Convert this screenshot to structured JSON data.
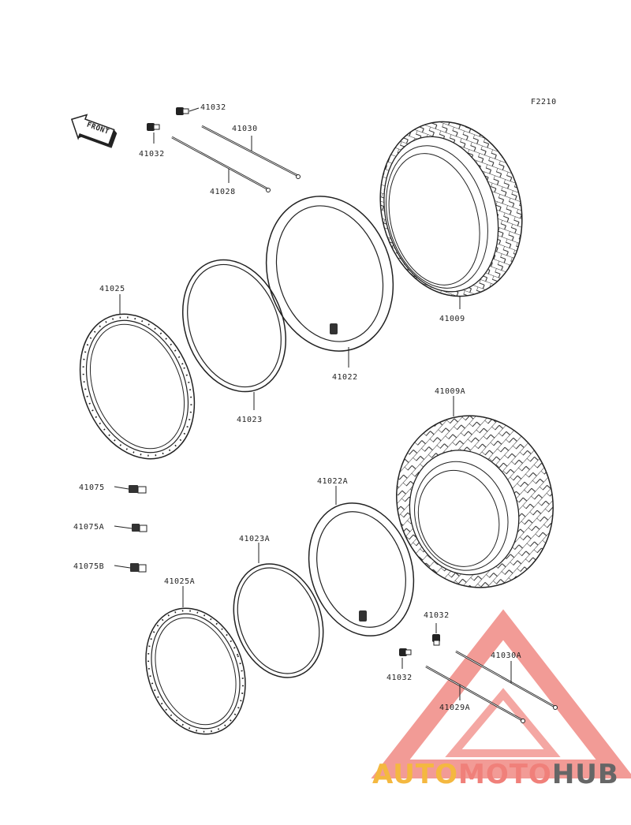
{
  "diagram": {
    "code": "F2210",
    "front_label": "FRONT",
    "parts": {
      "p41032_top_a": "41032",
      "p41032_top_b": "41032",
      "p41030": "41030",
      "p41028": "41028",
      "p41025": "41025",
      "p41023": "41023",
      "p41022": "41022",
      "p41009": "41009",
      "p41009A": "41009A",
      "p41022A": "41022A",
      "p41023A": "41023A",
      "p41025A": "41025A",
      "p41075": "41075",
      "p41075A": "41075A",
      "p41075B": "41075B",
      "p41032_bot_a": "41032",
      "p41032_bot_b": "41032",
      "p41030A": "41030A",
      "p41029A": "41029A"
    }
  },
  "watermark": {
    "part1": "AUTO",
    "part2": "MOTO",
    "part3": "HUB",
    "colors": {
      "auto": "#f4b840",
      "moto": "#f0807a",
      "hub": "#666666",
      "triangle": "#f08a84"
    }
  }
}
